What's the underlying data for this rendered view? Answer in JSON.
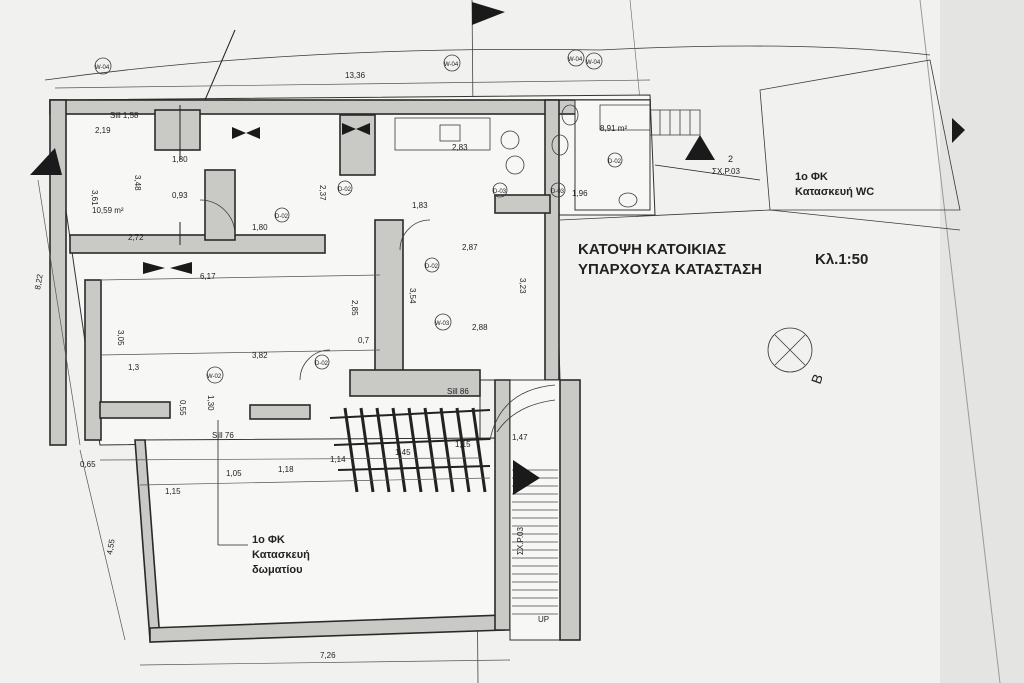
{
  "title": {
    "line1": "ΚΑΤΟΨΗ ΚΑΤΟΙΚΙΑΣ",
    "line2": "ΥΠΑΡΧΟΥΣΑ ΚΑΤΑΣΤΑΣΗ",
    "scale": "Κλ.1:50"
  },
  "notes": {
    "wc": [
      "1o ΦΚ",
      "Κατασκευή WC"
    ],
    "room": [
      "1o ΦΚ",
      "Κατασκευή",
      "δωματίου"
    ],
    "section_ref": [
      "2",
      "ΣΧ.Ρ.03"
    ],
    "stair_up": "UP",
    "stair_ref": "ΣΧ.Ρ.03"
  },
  "compass": "B",
  "windows": [
    "W-04",
    "W-04",
    "W-04",
    "W-04",
    "W-02",
    "W-03"
  ],
  "doors": [
    "D-02",
    "D-02",
    "D-02",
    "D-02",
    "D-03",
    "D-03",
    "D-02"
  ],
  "dimensions": {
    "top": "13,36",
    "left_total": "8,22",
    "left_lower": "4,55",
    "bottom": "7,26",
    "room_area": "10,59 m²",
    "wc_area": "8,91 m²",
    "values": [
      "2,19",
      "1,80",
      "3,61",
      "3,48",
      "0,93",
      "2,72",
      "1,80",
      "6,17",
      "3,82",
      "1,3",
      "3,05",
      "2,83",
      "2,87",
      "2,88",
      "3,54",
      "3,23",
      "1,83",
      "2,37",
      "2,85",
      "1,15",
      "1,05",
      "1,18",
      "1,14",
      "1,45",
      "1,15",
      "1,47",
      "0,65",
      "Sill 1,58",
      "Sill 76",
      "Sill 86",
      "0,7",
      "1,30",
      "0,55",
      "1,96"
    ]
  }
}
